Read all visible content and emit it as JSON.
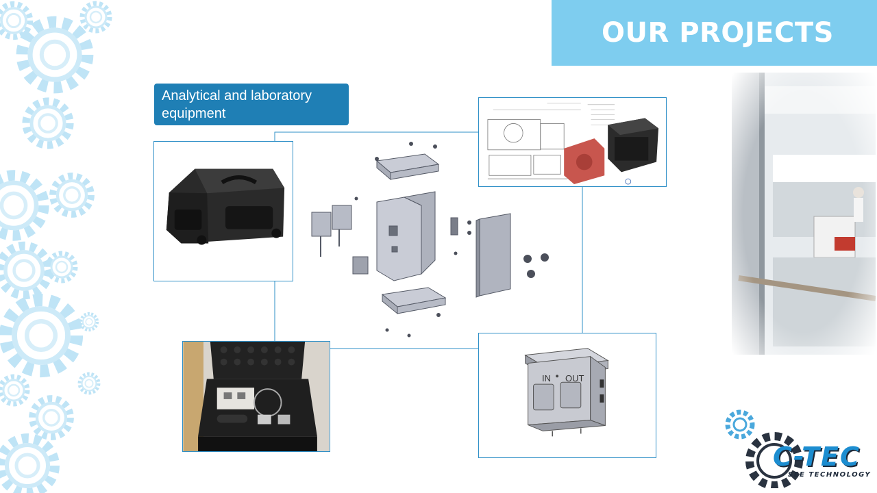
{
  "slide": {
    "title": "OUR PROJECTS",
    "category": "Analytical and laboratory equipment"
  },
  "images": {
    "case_photo": "hard-case-icon",
    "exploded_view": "exploded-enclosure-icon",
    "technical_drawing": "technical-drawing-icon",
    "case_with_device": "open-case-device-icon",
    "enclosure_render": "enclosure-box-icon",
    "lab_photo": "laboratory-photo-icon"
  },
  "enclosure_render": {
    "in_label": "IN",
    "out_label": "OUT"
  },
  "logo": {
    "name": "C-TEC",
    "tagline": "SEE TECHNOLOGY"
  },
  "colors": {
    "banner": "#7ecdef",
    "label": "#1f7fb5",
    "frame_border": "#2e8fc7",
    "logo_blue": "#1c8dd0"
  }
}
